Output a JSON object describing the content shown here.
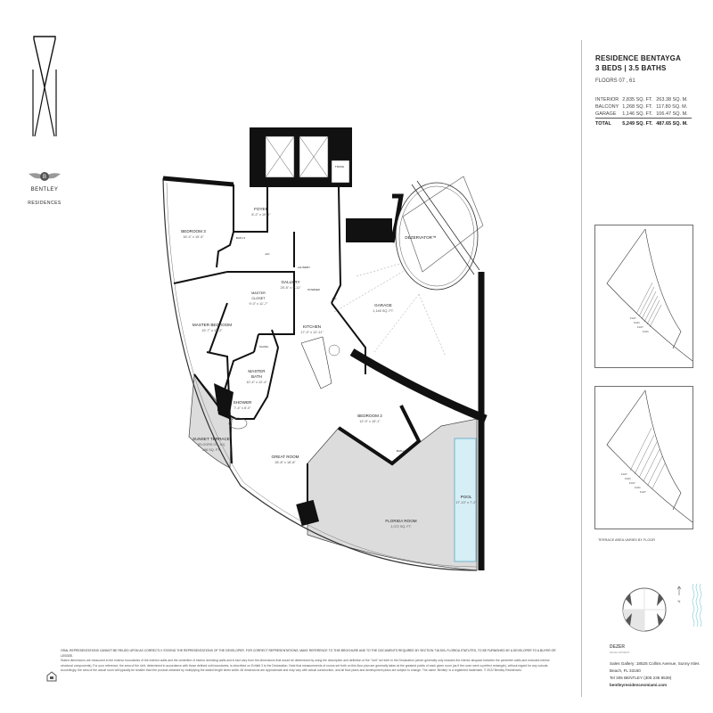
{
  "brand": {
    "name": "BENTLEY",
    "sub": "RESIDENCES"
  },
  "residence": {
    "title": "RESIDENCE BENTAYGA",
    "beds_baths": "3 BEDS  |  3.5 BATHS",
    "floors": "FLOORS 07 , 61",
    "areas": [
      {
        "label": "INTERIOR",
        "sqft": "2,835 SQ. FT.",
        "sqm": "263.38 SQ. M."
      },
      {
        "label": "BALCONY",
        "sqft": "1,268 SQ. FT.",
        "sqm": "117.80 SQ. M."
      },
      {
        "label": "GARAGE",
        "sqft": "1,146 SQ. FT.",
        "sqm": "106.47 SQ. M."
      }
    ],
    "total": {
      "label": "TOTAL",
      "sqft": "5,249 SQ. FT.",
      "sqm": "487.65 SQ. M."
    }
  },
  "rooms": {
    "foyer": {
      "name": "FOYER",
      "dim": "8'-2\" x 19'-9\""
    },
    "trash": {
      "name": "TRASH"
    },
    "bedroom3": {
      "name": "BEDROOM 3",
      "dim": "16'-4\" x 15'-5\""
    },
    "bath3": {
      "name": "BATH 3"
    },
    "ac1": {
      "name": "A/C"
    },
    "laundry": {
      "name": "LAUNDRY"
    },
    "powder": {
      "name": "POWDER"
    },
    "ac2": {
      "name": "A/C"
    },
    "gallery": {
      "name": "GALLERY",
      "dim": "25'-8\" x 5'-11\""
    },
    "master_closet": {
      "name": "MASTER CLOSET",
      "dim": "9'-0\" x 11'-7\""
    },
    "master_bedroom": {
      "name": "MASTER BEDROOM",
      "dim": "19'-7\" x 15'-2\""
    },
    "sauna": {
      "name": "SAUNA"
    },
    "master_bath": {
      "name": "MASTER BATH",
      "dim": "10'-4\" x 12'-4\""
    },
    "shower": {
      "name": "SHOWER",
      "dim": "7'-4\" x 8'-0\""
    },
    "kitchen": {
      "name": "KITCHEN",
      "dim": "17'-0\" x 12'-11\""
    },
    "dezervator": {
      "name": "DEZERVATOR™"
    },
    "garage": {
      "name": "GARAGE",
      "dim": "1,146 SQ. FT."
    },
    "sunset_terrace": {
      "name": "SUNSET TERRACE",
      "floors": "(FLOORS 07 , 61)",
      "dim": "196 SQ. FT."
    },
    "great_room": {
      "name": "GREAT ROOM",
      "dim": "26'-8\" x 18'-8\""
    },
    "bedroom2": {
      "name": "BEDROOM 2",
      "dim": "12'-9\" x 15'-1\""
    },
    "bath2": {
      "name": "BATH 2"
    },
    "pool": {
      "name": "POOL",
      "dim": "17'-10\" x 7'-2\""
    },
    "florida_room": {
      "name": "FLORIDA ROOM",
      "dim": "1,072 SQ. FT."
    }
  },
  "key_plans": {
    "floor_labels_top": [
      "FL07",
      "FL61",
      "FL07",
      "FL61"
    ],
    "floor_labels_bottom": [
      "FL07",
      "FL61",
      "FL07",
      "FL61",
      "FL07"
    ],
    "caption": "TERRACE AREA VARIES BY FLOOR",
    "north": "N"
  },
  "colors": {
    "terrace_fill": "#dcdcdc",
    "pool_fill": "#d6eef5",
    "pool_stroke": "#5aa9c4",
    "wall": "#111111"
  },
  "disclaimer": {
    "lead": "ORAL REPRESENTATIONS CANNOT BE RELIED UPON AS CORRECTLY STATING THE REPRESENTATIONS OF THE DEVELOPER. FOR CORRECT REPRESENTATIONS, MAKE REFERENCE TO THIS BROCHURE AND TO THE DOCUMENTS REQUIRED BY SECTION 718.503, FLORIDA STATUTES, TO BE FURNISHED BY A DEVELOPER TO A BUYER OR LESSEE.",
    "body": "Stated dimensions are measured to the exterior boundaries of the exterior walls and the centerline of interior demising walls and in fact vary from the dimensions that would be determined by using the description and definition of the \"Unit\" set forth in the Declaration (which generally only includes the interior airspace between the perimeter walls and excludes interior structural components). For your reference, the area of the Unit, determined in accordance with those defined unit boundaries, is described on Exhibit 3 to the Declaration. Note that measurements of rooms set forth on this floor plan are generally taken at the greatest points of each given room (as if the room were a perfect rectangle), without regard for any cutouts. Accordingly, the area of the actual room will typically be smaller than the product obtained by multiplying the stated length times width. All dimensions are approximate and may vary with actual construction, and all floor plans and development plans are subject to change. The name 'Bentley' is a registered trademark. © 2022 Bentley Residences."
  },
  "developer": {
    "name": "DEZER",
    "sub": "DEVELOPMENT"
  },
  "contact": {
    "gallery": "Sales Gallery: 18525 Collins Avenue, Sunny Isles Beach, FL 33160",
    "tel": "Tel 305 BENTLEY (305 236 8539)",
    "web": "bentleyresidencesmiami.com"
  }
}
